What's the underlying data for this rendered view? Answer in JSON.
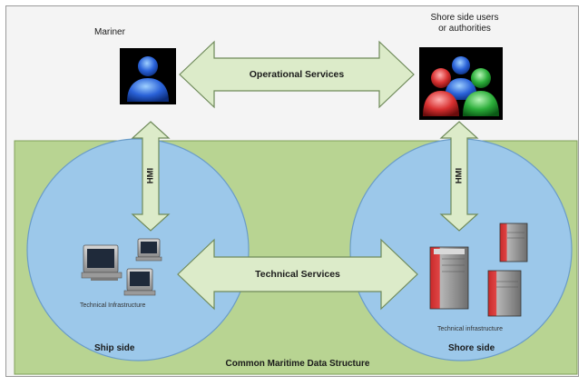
{
  "labels": {
    "mariner": "Mariner",
    "shore_users": "Shore side users\nor authorities",
    "operational_services": "Operational Services",
    "technical_services": "Technical Services",
    "hmi_left": "HMI",
    "hmi_right": "HMI",
    "technical_infrastructure_ship": "Technical Infrastructure",
    "technical_infrastructure_shore": "Technical infrastructure",
    "ship_side": "Ship side",
    "shore_side": "Shore side",
    "data_structure": "Common Maritime Data Structure"
  },
  "colors": {
    "green_zone": "#b8d492",
    "circle_fill": "#9cc8ea",
    "circle_stroke": "#6a9cc8",
    "arrow_fill": "#dcebc9",
    "arrow_stroke": "#6f8a5a",
    "icon_bg": "#000000",
    "person_blue": "#2a62d8",
    "person_red": "#d83030",
    "person_green": "#2cae3a",
    "server_red": "#c82a2a",
    "server_gray": "#8d8d8d"
  },
  "icons": {
    "mariner": "person-icon",
    "shore_users": "user-group-icon",
    "ship_infra": "computer-icon",
    "shore_infra": "server-icon"
  }
}
